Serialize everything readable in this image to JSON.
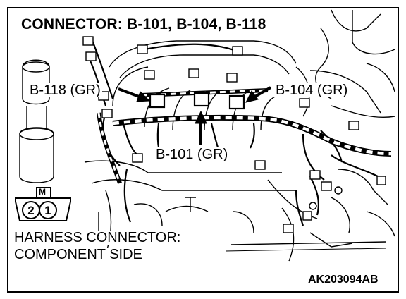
{
  "title": "CONNECTOR: B-101, B-104, B-118",
  "callouts": {
    "b118": "B-118 (GR)",
    "b104": "B-104 (GR)",
    "b101": "B-101 (GR)"
  },
  "connector_face": {
    "key_label": "M",
    "pins": [
      "2",
      "1"
    ],
    "caption_line1": "HARNESS CONNECTOR:",
    "caption_line2": "COMPONENT SIDE"
  },
  "figure_code": "AK203094AB",
  "colors": {
    "ink": "#000000",
    "paper": "#ffffff"
  }
}
